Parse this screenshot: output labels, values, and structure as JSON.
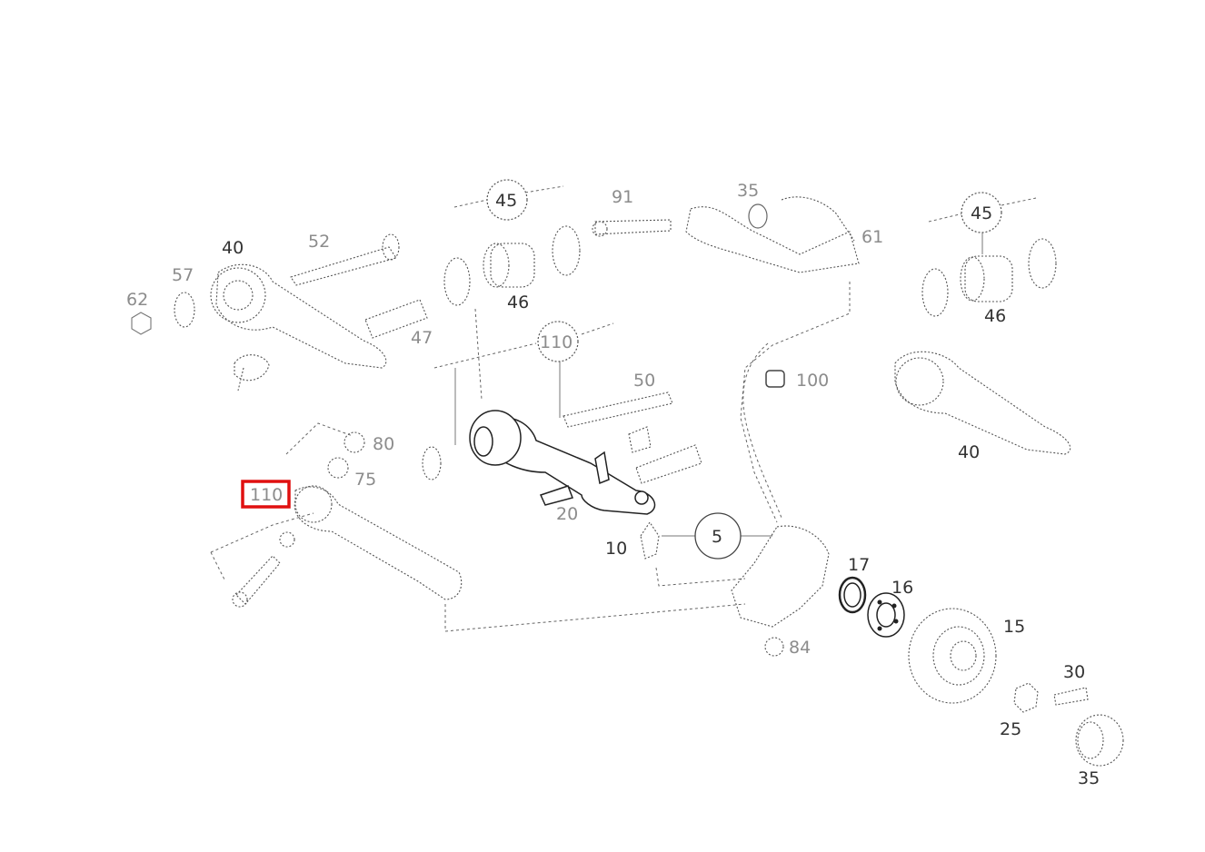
{
  "labels": {
    "p40a": "40",
    "p57": "57",
    "p52": "52",
    "p62": "62",
    "p45a": "45",
    "p46a": "46",
    "p91": "91",
    "p35a": "35",
    "p61": "61",
    "p45b": "45",
    "p46b": "46",
    "p110": "110",
    "p50": "50",
    "p100": "100",
    "p40b": "40",
    "p80": "80",
    "p75": "75",
    "p110sel": "110",
    "p5": "5",
    "p10": "10",
    "p17": "17",
    "p16": "16",
    "p15": "15",
    "p30": "30",
    "p25": "25",
    "p35b": "35",
    "p84": "84",
    "p47": "47",
    "p20": "20"
  },
  "highlight": {
    "target": "p110sel",
    "color": "#e01010"
  }
}
